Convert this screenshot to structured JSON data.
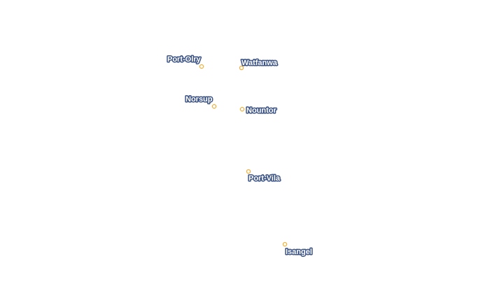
{
  "map": {
    "marker_color": "#f2b13c",
    "label_halo_color": "#3a5285",
    "label_text_color": "#ffffff",
    "places": [
      {
        "name": "Port-Olry"
      },
      {
        "name": "Watfanwa"
      },
      {
        "name": "Norsup"
      },
      {
        "name": "Nountor"
      },
      {
        "name": "Port-Vila"
      },
      {
        "name": "Isangel"
      }
    ]
  }
}
